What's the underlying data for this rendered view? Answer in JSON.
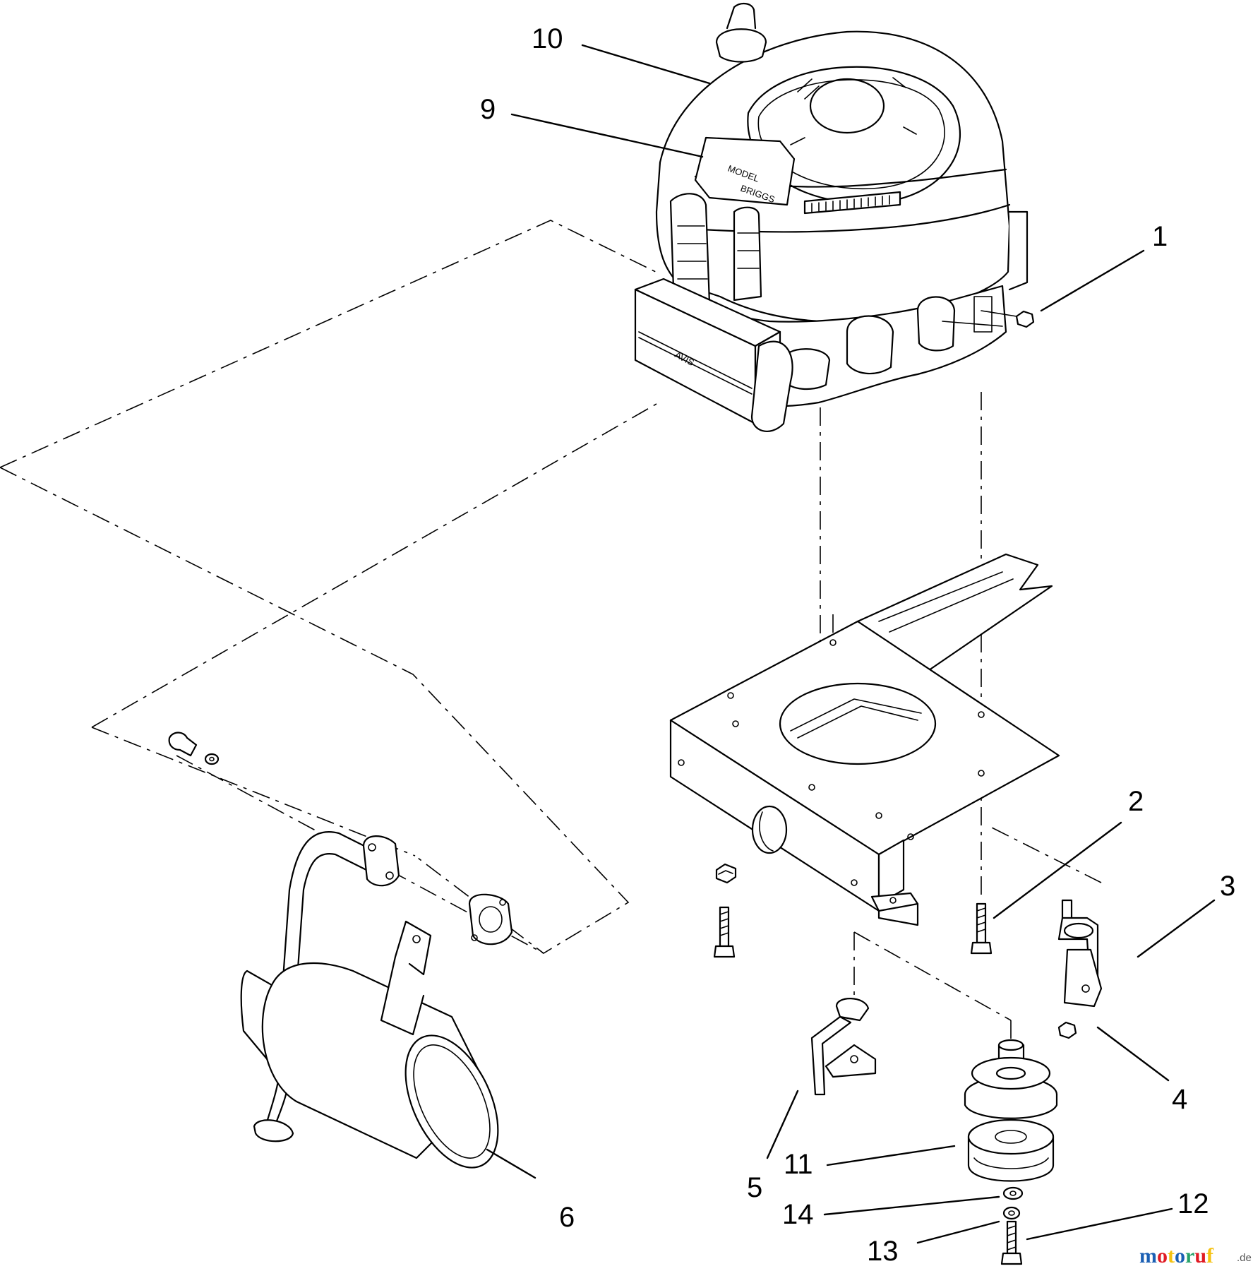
{
  "callouts": {
    "c1": "1",
    "c2": "2",
    "c3": "3",
    "c4": "4",
    "c5": "5",
    "c6": "6",
    "c9": "9",
    "c10": "10",
    "c11": "11",
    "c12": "12",
    "c13": "13",
    "c14": "14"
  },
  "engine": {
    "model_decal": "MODEL",
    "brand_decal": "BRIGGS",
    "air_filter_text": "AVIS"
  },
  "watermark": {
    "letters": [
      "m",
      "o",
      "t",
      "o",
      "r",
      "u",
      "f"
    ],
    "letter_colors": [
      "#1a5fb4",
      "#e01b24",
      "#f5c211",
      "#1a5fb4",
      "#26a269",
      "#e01b24",
      "#f5c211"
    ],
    "suffix": ".de"
  }
}
